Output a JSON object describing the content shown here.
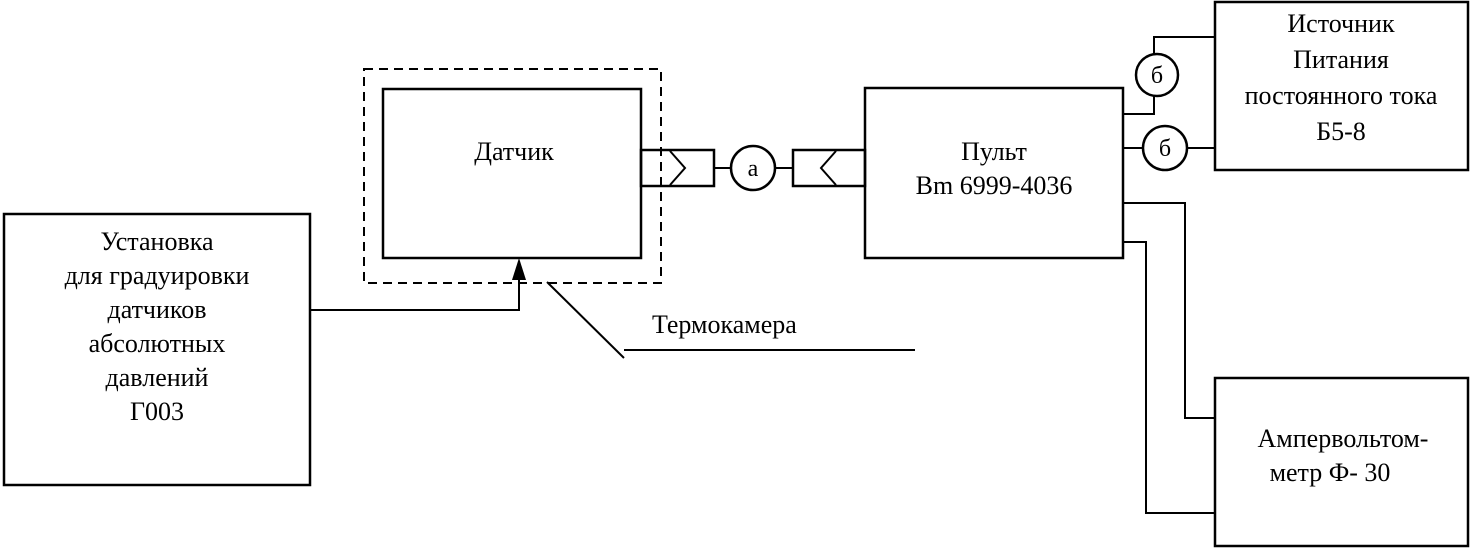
{
  "blocks": {
    "installation": {
      "lines": [
        "Установка",
        "для градуировки",
        "датчиков",
        "абсолютных",
        "давлений",
        "Г003"
      ]
    },
    "sensor": {
      "lines": [
        "Датчик"
      ]
    },
    "console": {
      "lines": [
        "Пульт",
        "Bm 6999-4036"
      ]
    },
    "power_supply": {
      "lines": [
        "Источник",
        "Питания",
        "постоянного тока",
        "Б5-8"
      ]
    },
    "ampervoltmeter": {
      "lines": [
        "Ампервольтом-",
        "метр Ф- 30"
      ]
    }
  },
  "labels": {
    "thermo_chamber": "Термокамера"
  },
  "connectors": {
    "a": "а",
    "b1": "б",
    "b2": "б"
  }
}
